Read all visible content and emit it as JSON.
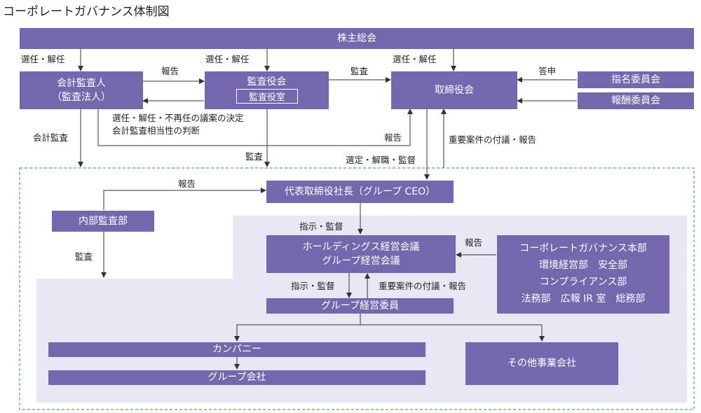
{
  "title": "コーポレートガバナンス体制図",
  "colors": {
    "box": "#7467ad",
    "region": "#e9e7f3",
    "dashed_border": "#4caf50",
    "line": "#333333"
  },
  "boxes": {
    "shareholders": "株主総会",
    "accounting_auditor": "会計監査人\n（監査法人）",
    "audit_board": "監査役会",
    "audit_office": "監査役室",
    "board": "取締役会",
    "nomination": "指名委員会",
    "compensation": "報酬委員会",
    "ceo": "代表取締役社長（グループ CEO）",
    "internal_audit": "内部監査部",
    "holdings_meeting": "ホールディングス経営会議\nグループ経営会議",
    "governance_hq": "コーポレートガバナンス本部\n環境経営部　安全部\nコンプライアンス部\n法務部　広報 IR 室　総務部",
    "group_committee": "グループ経営委員",
    "company": "カンパニー",
    "group_companies": "グループ会社",
    "other_companies": "その他事業会社"
  },
  "labels": {
    "elect1": "選任・解任",
    "elect2": "選任・解任",
    "elect3": "選任・解任",
    "report_acc_to_aud": "報告",
    "audit_aud_to_board": "監査",
    "answer": "答申",
    "decision": "選任・解任・不再任の議案の決定\n会計監査相当性の判断",
    "accounting_audit": "会計監査",
    "report_to_board": "報告",
    "audit_down": "監査",
    "select": "選定・解職・監督",
    "important_matters": "重要案件の付議・報告",
    "report_internal": "報告",
    "instruct1": "指示・監督",
    "report_gov": "報告",
    "audit_internal": "監査",
    "instruct2": "指示・監督",
    "important_matters2": "重要案件の付議・報告"
  }
}
